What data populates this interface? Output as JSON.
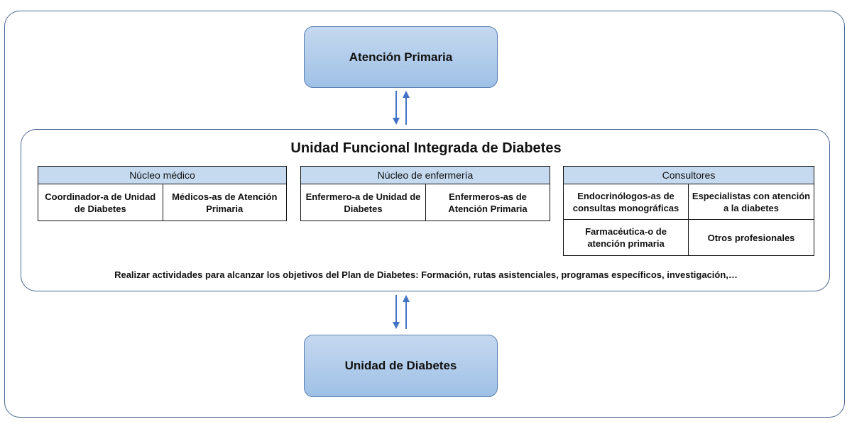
{
  "top_box": {
    "label": "Atención Primaria"
  },
  "unit": {
    "title": "Unidad Funcional Integrada de Diabetes",
    "groups": [
      {
        "header": "Núcleo médico",
        "items": [
          "Coordinador-a de Unidad de Diabetes",
          "Médicos-as de Atención Primaria"
        ]
      },
      {
        "header": "Núcleo de enfermería",
        "items": [
          "Enfermero-a de Unidad de Diabetes",
          "Enfermeros-as de Atención Primaria"
        ]
      },
      {
        "header": "Consultores",
        "items": [
          "Endocrinólogos-as de consultas monográficas",
          "Especialistas con atención a la diabetes",
          "Farmacéutica-o de atención primaria",
          "Otros profesionales"
        ]
      }
    ],
    "footer": "Realizar actividades para alcanzar los objetivos del Plan de Diabetes: Formación, rutas asistenciales, programas específicos, investigación,…"
  },
  "bottom_box": {
    "label": "Unidad de Diabetes"
  },
  "colors": {
    "box_fill": "#9fc0e6",
    "header_fill": "#c5d9ef",
    "arrow": "#4472c4",
    "frame": "#4a6690"
  }
}
